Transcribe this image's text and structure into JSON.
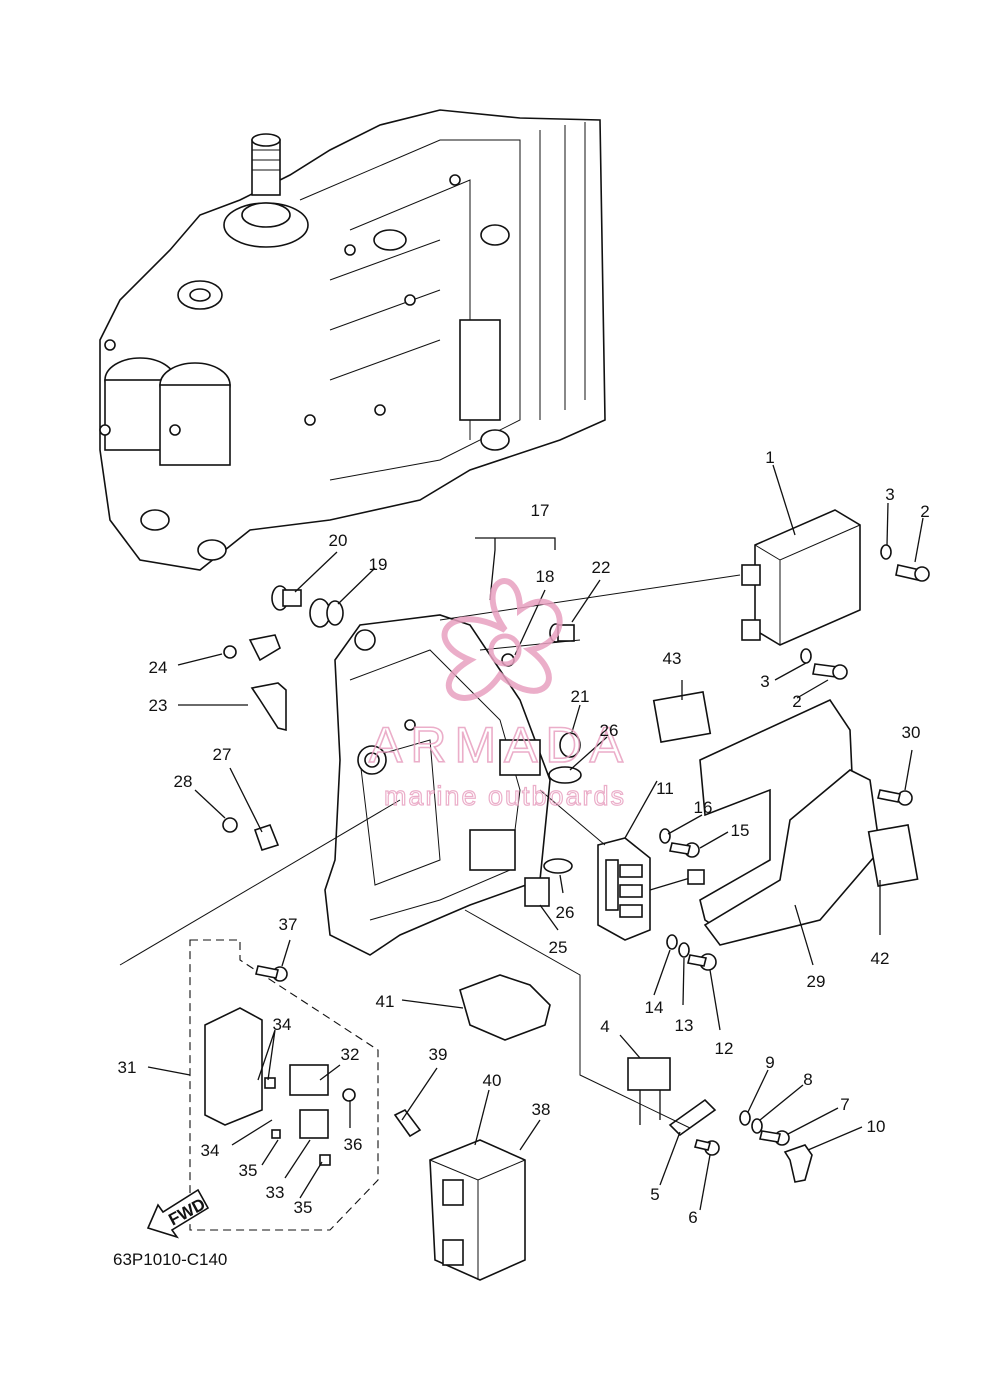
{
  "diagram": {
    "part_code": "63P1010-C140",
    "fwd_label": "FWD",
    "watermark": {
      "brand": "ARMADA",
      "tagline": "marine outboards",
      "color": "#e8a0c0"
    },
    "callouts": [
      "1",
      "2",
      "2",
      "3",
      "3",
      "4",
      "5",
      "6",
      "7",
      "8",
      "9",
      "10",
      "11",
      "12",
      "13",
      "14",
      "15",
      "16",
      "17",
      "18",
      "19",
      "20",
      "21",
      "22",
      "23",
      "24",
      "25",
      "26",
      "26",
      "27",
      "28",
      "29",
      "30",
      "31",
      "32",
      "33",
      "34",
      "34",
      "35",
      "35",
      "36",
      "37",
      "38",
      "39",
      "40",
      "41",
      "42",
      "43"
    ]
  }
}
